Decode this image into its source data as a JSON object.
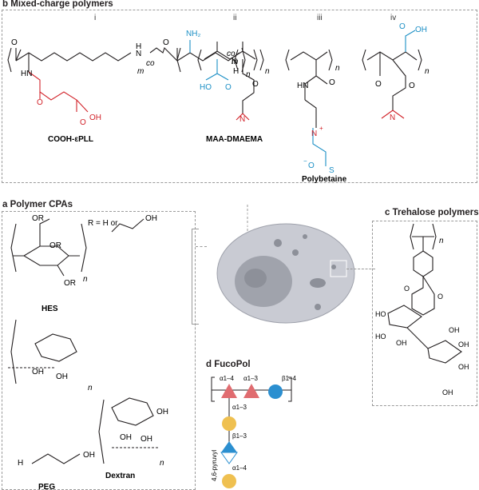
{
  "panels": {
    "b": {
      "letter": "b",
      "title": "Mixed-charge polymers",
      "items": [
        {
          "numeral": "i",
          "name": "COOH-εPLL"
        },
        {
          "numeral": "ii",
          "name": "MAA-DMAEMA"
        },
        {
          "numeral": "iii",
          "name": "Polybetaine"
        },
        {
          "numeral": "iv",
          "name": ""
        }
      ]
    },
    "a": {
      "letter": "a",
      "title": "Polymer CPAs",
      "r_def": "R = H or",
      "items": [
        {
          "name": "HES"
        },
        {
          "name": "Dextran"
        },
        {
          "name": "PEG"
        }
      ]
    },
    "c": {
      "letter": "c",
      "title": "Trehalose polymers"
    },
    "d": {
      "letter": "d",
      "title": "FucoPol",
      "linkages": [
        "α1–4",
        "α1–3",
        "β1–4",
        "α1–3",
        "β1–3",
        "α1–4"
      ],
      "modification": "4,6-pyruvyl"
    }
  },
  "atoms": {
    "O": "O",
    "OH": "OH",
    "NH2": "NH₂",
    "N": "N",
    "H": "H",
    "HO": "HO",
    "OR": "OR",
    "n": "n",
    "m": "m",
    "co": "co",
    "plus": "+",
    "minus": "−"
  },
  "colors": {
    "red": "#d2232a",
    "blue": "#1b8fc5",
    "red_tri": "#e06c70",
    "blue_circle": "#2b8fd0",
    "yellow": "#efc050",
    "cell": "#c9cbd3"
  }
}
